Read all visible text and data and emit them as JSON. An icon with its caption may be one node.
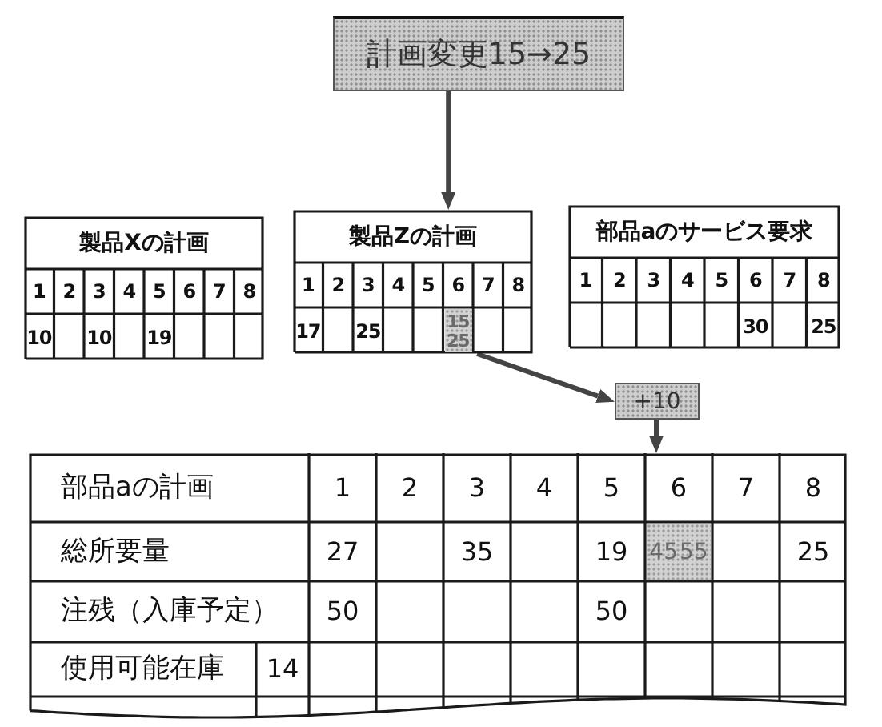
{
  "diagram": {
    "nodes": [
      {
        "text": [
          "計画変更15→25"
        ]
      },
      {
        "text": [
          "製品Xの計画",
          "1",
          "2",
          "3",
          "4",
          "5",
          "6",
          "7",
          "8",
          "10",
          "10",
          "19"
        ]
      },
      {
        "text": [
          "製品Zの計画",
          "1",
          "2",
          "3",
          "4",
          "5",
          "6",
          "7",
          "8",
          "17",
          "25",
          "15",
          "25"
        ]
      },
      {
        "text": [
          "部品aのサービス要求",
          "1",
          "2",
          "3",
          "4",
          "5",
          "6",
          "7",
          "8",
          "30",
          "25"
        ]
      },
      {
        "text": [
          "+10"
        ]
      },
      {
        "text": [
          "部品aの計画",
          "1",
          "2",
          "3",
          "4",
          "5",
          "6",
          "7",
          "8",
          "総所要量",
          "27",
          "35",
          "19",
          "45",
          "55",
          "25",
          "注残（入庫予定）",
          "50",
          "50",
          "使用可能在庫",
          "14"
        ]
      }
    ],
    "edges": [
      {
        "from": 0,
        "to": 2,
        "arrow": "to"
      },
      {
        "from": 2,
        "to": 4,
        "arrow": "to"
      },
      {
        "from": 4,
        "to": 5,
        "arrow": "to"
      }
    ]
  }
}
